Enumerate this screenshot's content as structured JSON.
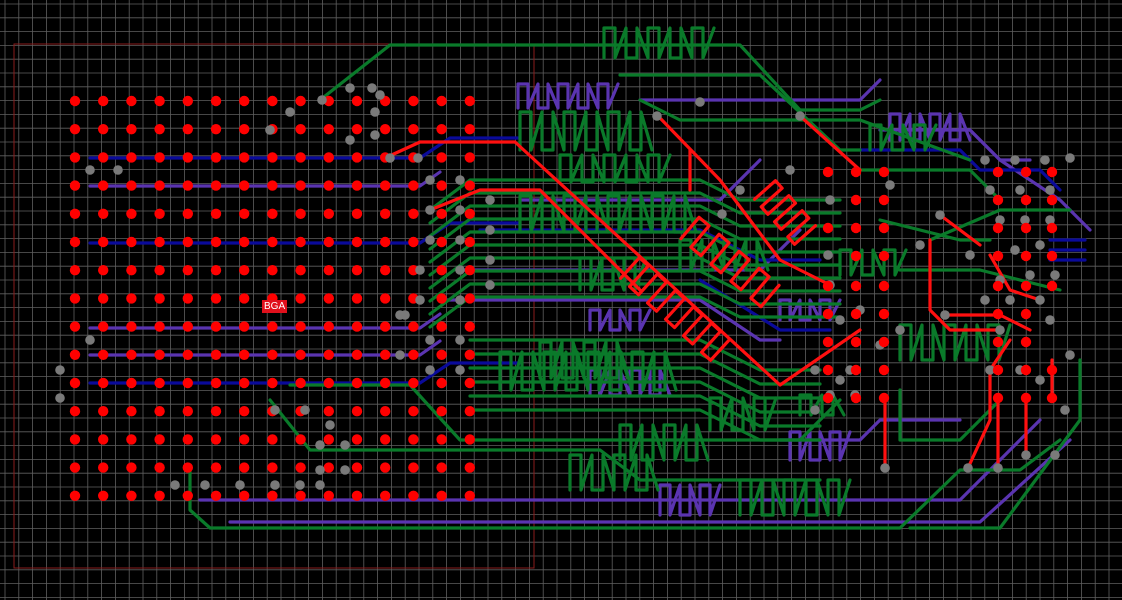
{
  "label": "BGA",
  "colors": {
    "background": "#000000",
    "grid": "#5f5f5f",
    "outline": "#8a1c1c",
    "pad": "#ff0000",
    "via": "#7a7a7a",
    "trace_top": "#ff1010",
    "trace_inner1": "#0a7a2a",
    "trace_inner2": "#5a34b0",
    "trace_bottom": "#0a0a9a"
  },
  "bga": {
    "rows": 15,
    "cols": 15
  }
}
